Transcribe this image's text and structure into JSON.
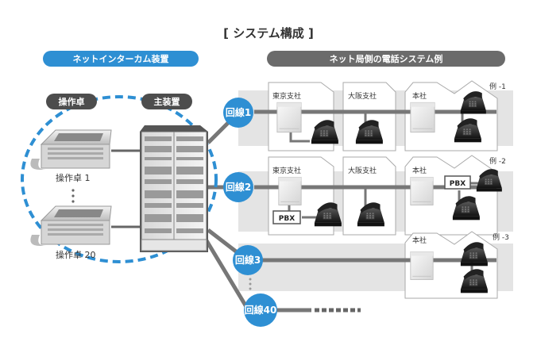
{
  "title": "[ システム構成 ]",
  "left_section": {
    "label": "ネットインターカム装置",
    "console_group_label": "操作卓",
    "main_unit_label": "主装置",
    "console_1": "操作卓 1",
    "console_20": "操作卓 20",
    "ellipsis": "⋮"
  },
  "right_section": {
    "label": "ネット局側の電話システム例"
  },
  "lines": [
    {
      "label": "回線1"
    },
    {
      "label": "回線2"
    },
    {
      "label": "回線3"
    },
    {
      "label": "回線40"
    }
  ],
  "examples": [
    {
      "label": "例 -1",
      "offices": [
        "東京支社",
        "大阪支社",
        "本社"
      ]
    },
    {
      "label": "例 -2",
      "offices": [
        "東京支社",
        "大阪支社",
        "本社"
      ],
      "pbx": [
        "PBX",
        "PBX"
      ]
    },
    {
      "label": "例 -3",
      "offices": [
        "本社"
      ]
    }
  ],
  "colors": {
    "accent_blue": "#2e8fd3",
    "dark_gray": "#6b6b6b",
    "line_gray": "#777777",
    "band_gray": "#e4e4e4"
  }
}
